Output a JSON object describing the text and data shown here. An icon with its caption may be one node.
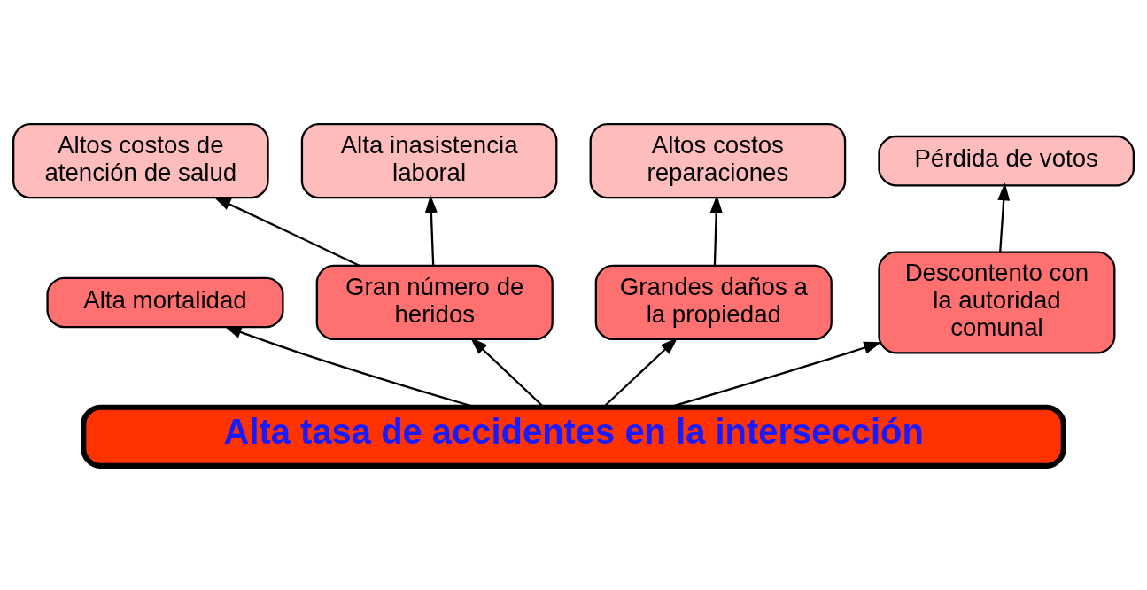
{
  "diagram": {
    "nodes": [
      {
        "text": [
          "Altos costos de atención de salud"
        ]
      },
      {
        "text": [
          "Alta inasistencia laboral"
        ]
      },
      {
        "text": [
          "Altos costos reparaciones"
        ]
      },
      {
        "text": [
          "Pérdida de votos"
        ]
      },
      {
        "text": [
          "Alta mortalidad"
        ]
      },
      {
        "text": [
          "Gran número de heridos"
        ]
      },
      {
        "text": [
          "Grandes daños a la propiedad"
        ]
      },
      {
        "text": [
          "Descontento con la autoridad comunal"
        ]
      },
      {
        "text": [
          "Alta tasa de accidentes en la intersección"
        ]
      }
    ],
    "edges": [
      {
        "from": 8,
        "to": 4,
        "arrow": "to"
      },
      {
        "from": 8,
        "to": 5,
        "arrow": "to"
      },
      {
        "from": 8,
        "to": 6,
        "arrow": "to"
      },
      {
        "from": 8,
        "to": 7,
        "arrow": "to"
      },
      {
        "from": 5,
        "to": 0,
        "arrow": "to"
      },
      {
        "from": 5,
        "to": 1,
        "arrow": "to"
      },
      {
        "from": 6,
        "to": 2,
        "arrow": "to"
      },
      {
        "from": 7,
        "to": 3,
        "arrow": "to"
      }
    ]
  }
}
